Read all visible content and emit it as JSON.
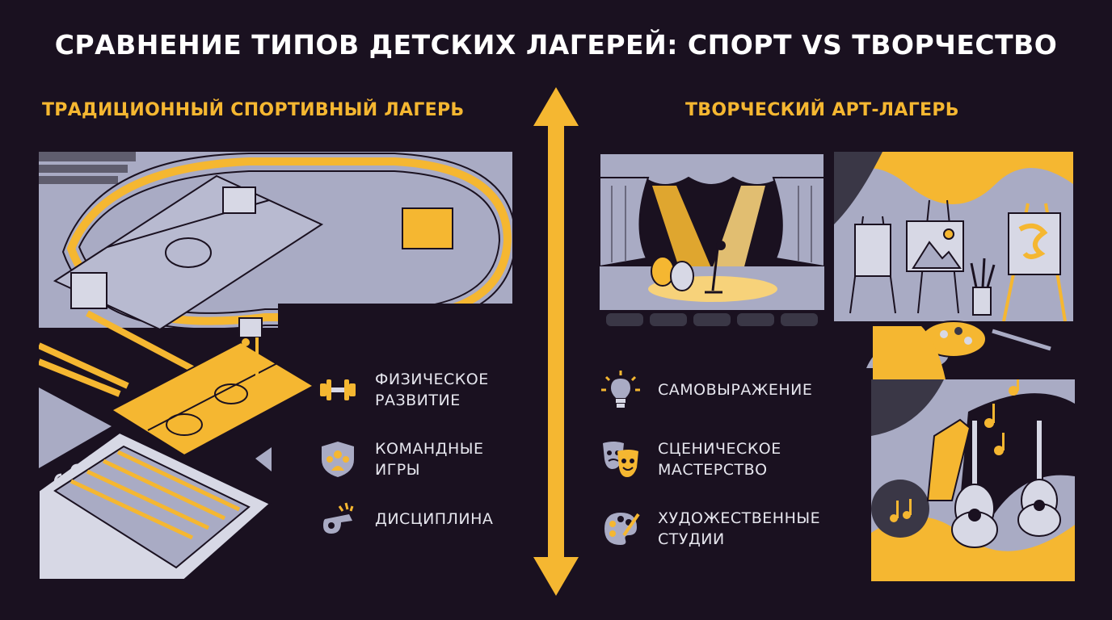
{
  "title": "СРАВНЕНИЕ ТИПОВ ДЕТСКИХ ЛАГЕРЕЙ: СПОРТ VS ТВОРЧЕСТВО",
  "colors": {
    "background": "#1a1120",
    "accent": "#f5b731",
    "panel": "#a9abc4",
    "panel_dark": "#3a3746",
    "text": "#ffffff"
  },
  "sport": {
    "heading": "ТРАДИЦИОННЫЙ СПОРТИВНЫЙ ЛАГЕРЬ",
    "benefits": [
      {
        "icon": "dumbbell-icon",
        "label": "ФИЗИЧЕСКОЕ\nРАЗВИТИЕ"
      },
      {
        "icon": "team-shield-icon",
        "label": "КОМАНДНЫЕ\nИГРЫ"
      },
      {
        "icon": "whistle-icon",
        "label": "ДИСЦИПЛИНА"
      }
    ]
  },
  "art": {
    "heading": "ТВОРЧЕСКИЙ АРТ-ЛАГЕРЬ",
    "benefits": [
      {
        "icon": "lightbulb-icon",
        "label": "САМОВЫРАЖЕНИЕ"
      },
      {
        "icon": "theater-masks-icon",
        "label": "СЦЕНИЧЕСКОЕ\nМАСТЕРСТВО"
      },
      {
        "icon": "palette-icon",
        "label": "ХУДОЖЕСТВЕННЫЕ\nСТУДИИ"
      }
    ]
  }
}
